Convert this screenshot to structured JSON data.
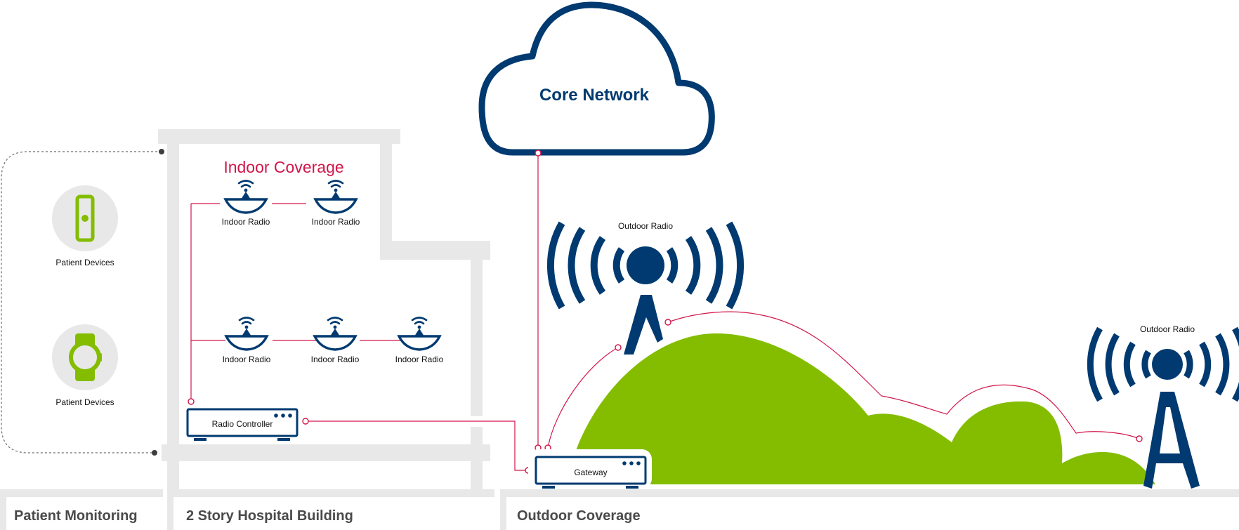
{
  "sections": {
    "patient_monitoring": "Patient Monitoring",
    "hospital_building": "2 Story Hospital Building",
    "outdoor_coverage": "Outdoor Coverage"
  },
  "core_network": {
    "label": "Core Network"
  },
  "indoor": {
    "title": "Indoor Coverage",
    "radio_label": "Indoor Radio",
    "controller_label": "Radio Controller"
  },
  "patient_devices": {
    "label": "Patient Devices",
    "icons": [
      "pendant-device-icon",
      "smartwatch-icon"
    ]
  },
  "outdoor": {
    "radio_label": "Outdoor Radio",
    "gateway_label": "Gateway"
  },
  "colors": {
    "navy": "#003a70",
    "green": "#84bd00",
    "link": "#d2164a",
    "building": "#e8e8e8"
  }
}
